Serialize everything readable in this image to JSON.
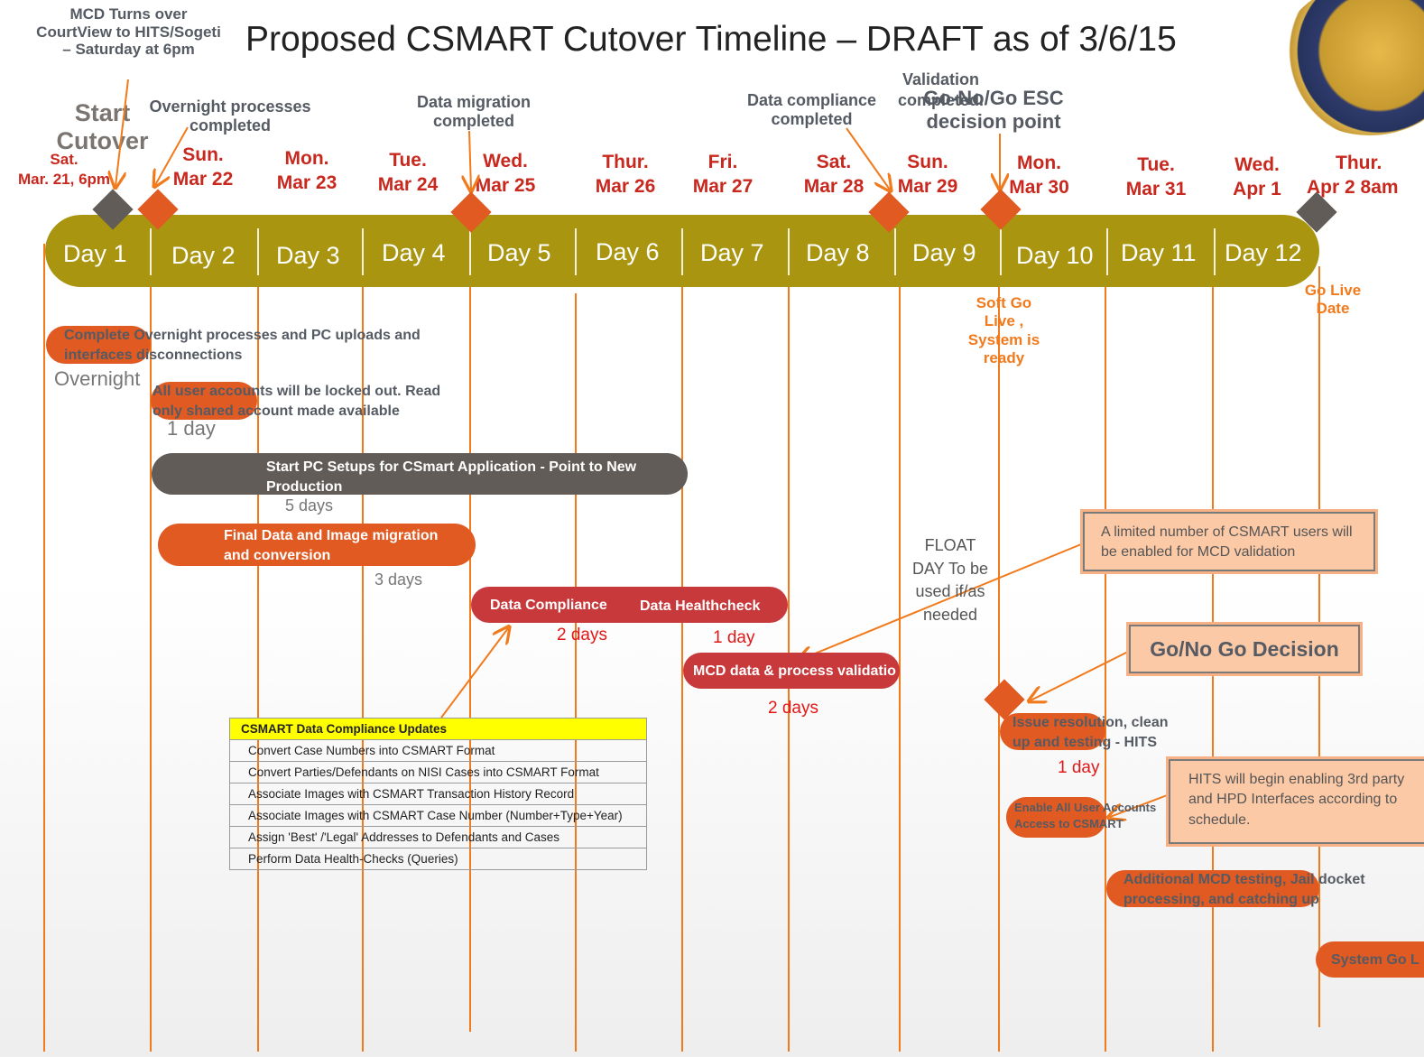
{
  "title": "Proposed CSMART Cutover Timeline – DRAFT as of 3/6/15",
  "top_notes": {
    "mcd_turnover": "MCD Turns over CourtView to HITS/Sogeti – Saturday at 6pm",
    "start_cutover": "Start Cutover",
    "overnight_completed": "Overnight processes completed",
    "data_migration_completed": "Data migration completed",
    "data_compliance_completed": "Data compliance completed",
    "validation_completed": "Validation completed.",
    "go_no_go_esc": "Go-No/Go ESC decision point"
  },
  "dates": [
    {
      "day": "Sat.",
      "date": "Mar. 21, 6pm"
    },
    {
      "day": "Sun.",
      "date": "Mar 22"
    },
    {
      "day": "Mon.",
      "date": "Mar 23"
    },
    {
      "day": "Tue.",
      "date": "Mar 24"
    },
    {
      "day": "Wed.",
      "date": "Mar 25"
    },
    {
      "day": "Thur.",
      "date": "Mar 26"
    },
    {
      "day": "Fri.",
      "date": "Mar 27"
    },
    {
      "day": "Sat.",
      "date": "Mar 28"
    },
    {
      "day": "Sun.",
      "date": "Mar 29"
    },
    {
      "day": "Mon.",
      "date": "Mar 30"
    },
    {
      "day": "Tue.",
      "date": "Mar 31"
    },
    {
      "day": "Wed.",
      "date": "Apr 1"
    },
    {
      "day": "Thur.",
      "date": "Apr  2 8am"
    }
  ],
  "day_labels": [
    "Day 1",
    "Day 2",
    "Day 3",
    "Day 4",
    "Day 5",
    "Day 6",
    "Day 7",
    "Day 8",
    "Day 9",
    "Day 10",
    "Day 11",
    "Day 12"
  ],
  "milestones": {
    "soft_go_live": "Soft Go Live , System is ready",
    "go_live_date": "Go Live Date"
  },
  "tasks": {
    "overnight": {
      "text": "Complete Overnight processes and PC  uploads and interfaces disconnections",
      "duration": "Overnight"
    },
    "lockout": {
      "text": "All user accounts will be locked out. Read only shared account made available",
      "duration": "1 day"
    },
    "pc_setup": {
      "text": "Start PC  Setups for CSmart Application - Point to New Production",
      "duration": "5 days"
    },
    "migration": {
      "text": "Final Data and Image migration and conversion",
      "duration": "3 days"
    },
    "compliance": {
      "text": "Data Compliance",
      "duration": "2 days"
    },
    "healthcheck": {
      "text": "Data  Healthcheck",
      "duration": "1 day"
    },
    "mcd_validation": {
      "text": "MCD data & process validatio",
      "duration": "2 days"
    },
    "float": {
      "text": "FLOAT DAY To be used if/as needed"
    },
    "issue_resolution": {
      "text": "Issue resolution, clean up and testing - HITS",
      "duration": "1 day"
    },
    "enable_users": {
      "text": "Enable All User Accounts Access to CSMART"
    },
    "additional_testing": {
      "text": "Additional MCD testing, Jail docket processing, and catching up"
    },
    "system_go_live": {
      "text": "System Go L"
    }
  },
  "callouts": {
    "limited_users": "A limited number of CSMART users will  be enabled for MCD validation",
    "go_no_go": "Go/No Go Decision",
    "hits_interfaces": "HITS will begin enabling 3rd party and HPD  Interfaces according to schedule."
  },
  "compliance_table": {
    "header": "CSMART Data Compliance Updates",
    "rows": [
      "Convert Case Numbers into CSMART Format",
      "Convert Parties/Defendants on NISI Cases into CSMART Format",
      "Associate Images with CSMART Transaction History Record",
      "Associate Images with CSMART Case Number (Number+Type+Year)",
      "Assign 'Best' /'Legal' Addresses to Defendants and Cases",
      "Perform Data Health-Checks (Queries)"
    ]
  },
  "colors": {
    "band": "#a99510",
    "orange": "#e05a22",
    "red": "#c8393c",
    "gray": "#615c58",
    "line": "#f07a1c",
    "date_red": "#c8281e"
  }
}
